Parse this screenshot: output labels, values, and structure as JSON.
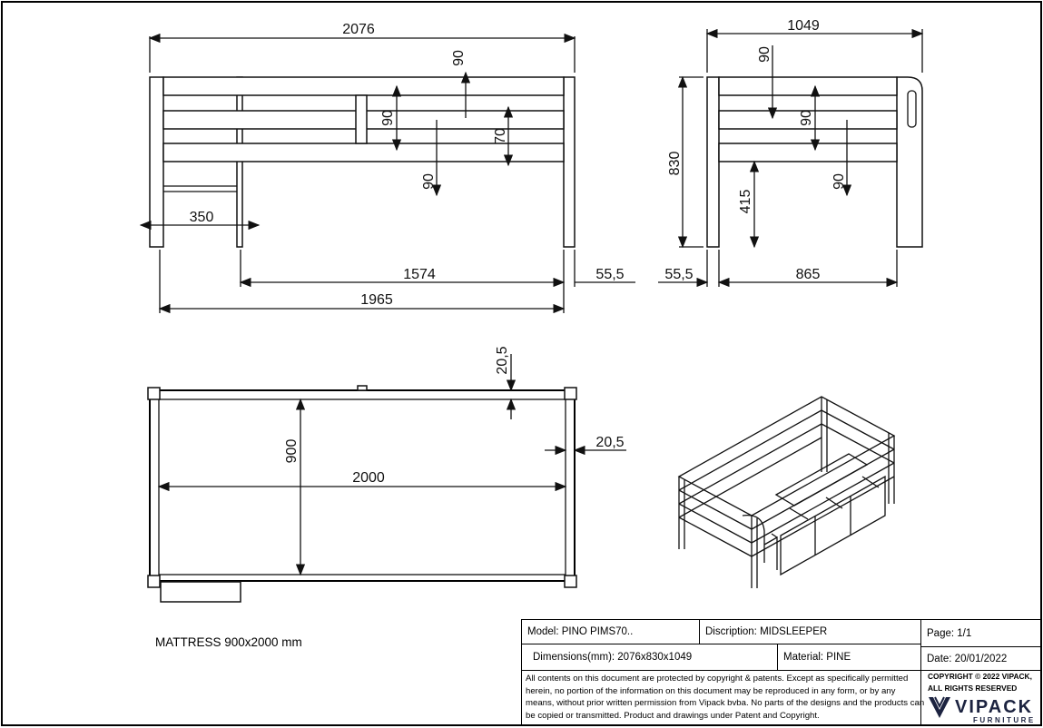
{
  "front_view": {
    "overall_length": "2076",
    "rail_gap_top": "90",
    "rail_width_1": "90",
    "rail_gap_2": "70",
    "rail_width_3": "90",
    "ladder_width": "350",
    "inner_length": "1574",
    "post_offset": "55,5",
    "frame_length": "1965"
  },
  "side_view": {
    "overall_width": "1049",
    "height": "830",
    "rail_gap_top": "90",
    "rail_width": "90",
    "rail_bottom": "90",
    "under_height": "415",
    "post_offset": "55,5",
    "inner_width": "865"
  },
  "top_view": {
    "offset_top": "20,5",
    "offset_right": "20,5",
    "mattress_width": "900",
    "mattress_length": "2000"
  },
  "mattress_note": "MATTRESS 900x2000 mm",
  "title_block": {
    "model": "Model: PINO PIMS70..",
    "description": "Discription: MIDSLEEPER",
    "page": "Page: 1/1",
    "dimensions": "Dimensions(mm): 2076x830x1049",
    "material": "Material: PINE",
    "date": "Date: 20/01/2022",
    "copyright_text": "All contents on this document are protected by copyright & patents. Except as specifically permitted herein, no portion of the information on this document may be reproduced in any form, or by any means, without prior written permission from Vipack bvba. No parts of the designs and the products can be copied or transmitted. Product and drawings under Patent and Copyright.",
    "copyright_line1": "COPYRIGHT © 2022 VIPACK,",
    "copyright_line2": "ALL RIGHTS RESERVED",
    "logo_text": "VIPACK",
    "logo_subtext": "FURNITURE"
  }
}
